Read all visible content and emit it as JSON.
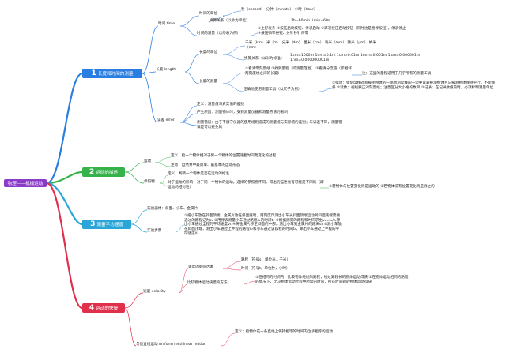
{
  "root": "物理——机械运动",
  "branches": [
    {
      "num": "1",
      "label": "长度和时间的测量",
      "color": "#2a7de1"
    },
    {
      "num": "2",
      "label": "运动的描述",
      "color": "#36b24a"
    },
    {
      "num": "3",
      "label": "测量平均速度",
      "color": "#2aa5d8"
    },
    {
      "num": "4",
      "label": "运动的快慢",
      "color": "#e0304b"
    }
  ],
  "b1": {
    "time": "时间 time",
    "time_unit": "时间的单位",
    "time_units_list": "秒（second） 分钟（minute） 小时（hour）",
    "time_conv_label": "换算关系（以秒为单位）",
    "time_conv": "1h=60min 1min=60s",
    "time_measure": "时间的测量（以停表为例）",
    "time_measure_steps": "①上好发条 ②按压启动按钮、停表启动 ③再次按压启动按钮（同时也是暂停按钮），停表停止 ④按压归零按钮、分针秒针归零",
    "length": "长度 length",
    "len_unit": "长度的单位",
    "len_units_list": "千米（km） 米（m） 分米（dm） 厘米（cm） 毫米（mm） 微米（μm） 纳米（nm）",
    "len_conv_label": "换算关系（以米为标准）",
    "len_conv": "1km=1000m 1dm=0.1m 1cm=0.01m 1mm=0.001m 1μm=0.000001m 1nm=0.000000001m",
    "len_measure": "长度的测量",
    "len_steps": "①看清零刻度线 ②找到量程（即测量范围） ③看清分度值（即相邻两刻度线之间的长度）",
    "len_note": "注：这里的量程适用于几乎所有的测量工具",
    "len_tool": "正确地使用测量工具（以尺子为例）",
    "len_tool_detail": "①摆放：零刻度线对准被测物体的一端而刻度线的一边要紧靠被测物体且与被测物体保持平行，不能倾斜 ②读数：视线要正对刻度线；注意区分大小格的数目 ③记录：在记录数值的时，必须标明测量单位",
    "error": "误差 error",
    "err_def": "定义：测量值与真实值的差别",
    "err_cause": "产生原因：测量物体时，受到测量仪器和测量方法的限制",
    "err_vs": "测量错误：由于不遵守仪器的使用规则造成的测量值与实际值的差别；与误差不同，测量错误是可以避免的"
  },
  "b2": {
    "motion": "运动",
    "motion_def": "定义：指一个物体相对于另一个物体的位置随着时间而变化的过程",
    "motion_note": "注意：自然界中最简单、最基本的运动形态",
    "ref": "参照物",
    "ref_def": "定义：判断一个物体是否在运动的标准",
    "ref_effect": "对于运动的影响：对于同一个物体的运动，选择的参照物不同，得出的描述也有可能是不同的（即运动的相对性）",
    "ref_result": "①若物体与位置变化则是运动的 ②若物体没有位置变化则是静止的"
  },
  "b3": {
    "tools": "实验器材：斜面、小车、金属片",
    "steps": "实验步骤",
    "steps_detail": "①把小车放在斜面顶端，金属片放在斜面底端，用刻度尺测出小车从斜面顶端运动到斜面底端需要通过的路程记为s₁ ②用停表测量小车通过路程s₁的时间t₁ ③根据测得的路程和时间求出v₁=s₁/t₁算出小车通过全程的平均速度v₁ ④将金属片移至斜面的中部，测出小车到金属片的距离s₂ ⑤测小车放在斜面顶端，测出小车通过上半程的路程s₂和小车通过该段程的时间t₂，算出小车通过上半程的平均速度v₂"
  },
  "b4": {
    "speed": "速度 velocity",
    "factors": "速度的影响因素",
    "factor_distance": "路程（符号s，单位米，千米）",
    "factor_time": "时间（符号t，单位秒，小时）",
    "compare": "比较物体运动快慢的方法",
    "compare_detail": "①在相同的时间内，比较物体经过的路程，经过路程长的物体运动得快 ②在物体运动相同的路程的情况下，比较物体运动过程中所需的时间，所花时间短的物体运动得快",
    "uniform": "匀速直线运动 uniform rectilinear motion",
    "uniform_def": "定义：指物体在一条直线上保持相等的时间内位移相等的运动"
  }
}
